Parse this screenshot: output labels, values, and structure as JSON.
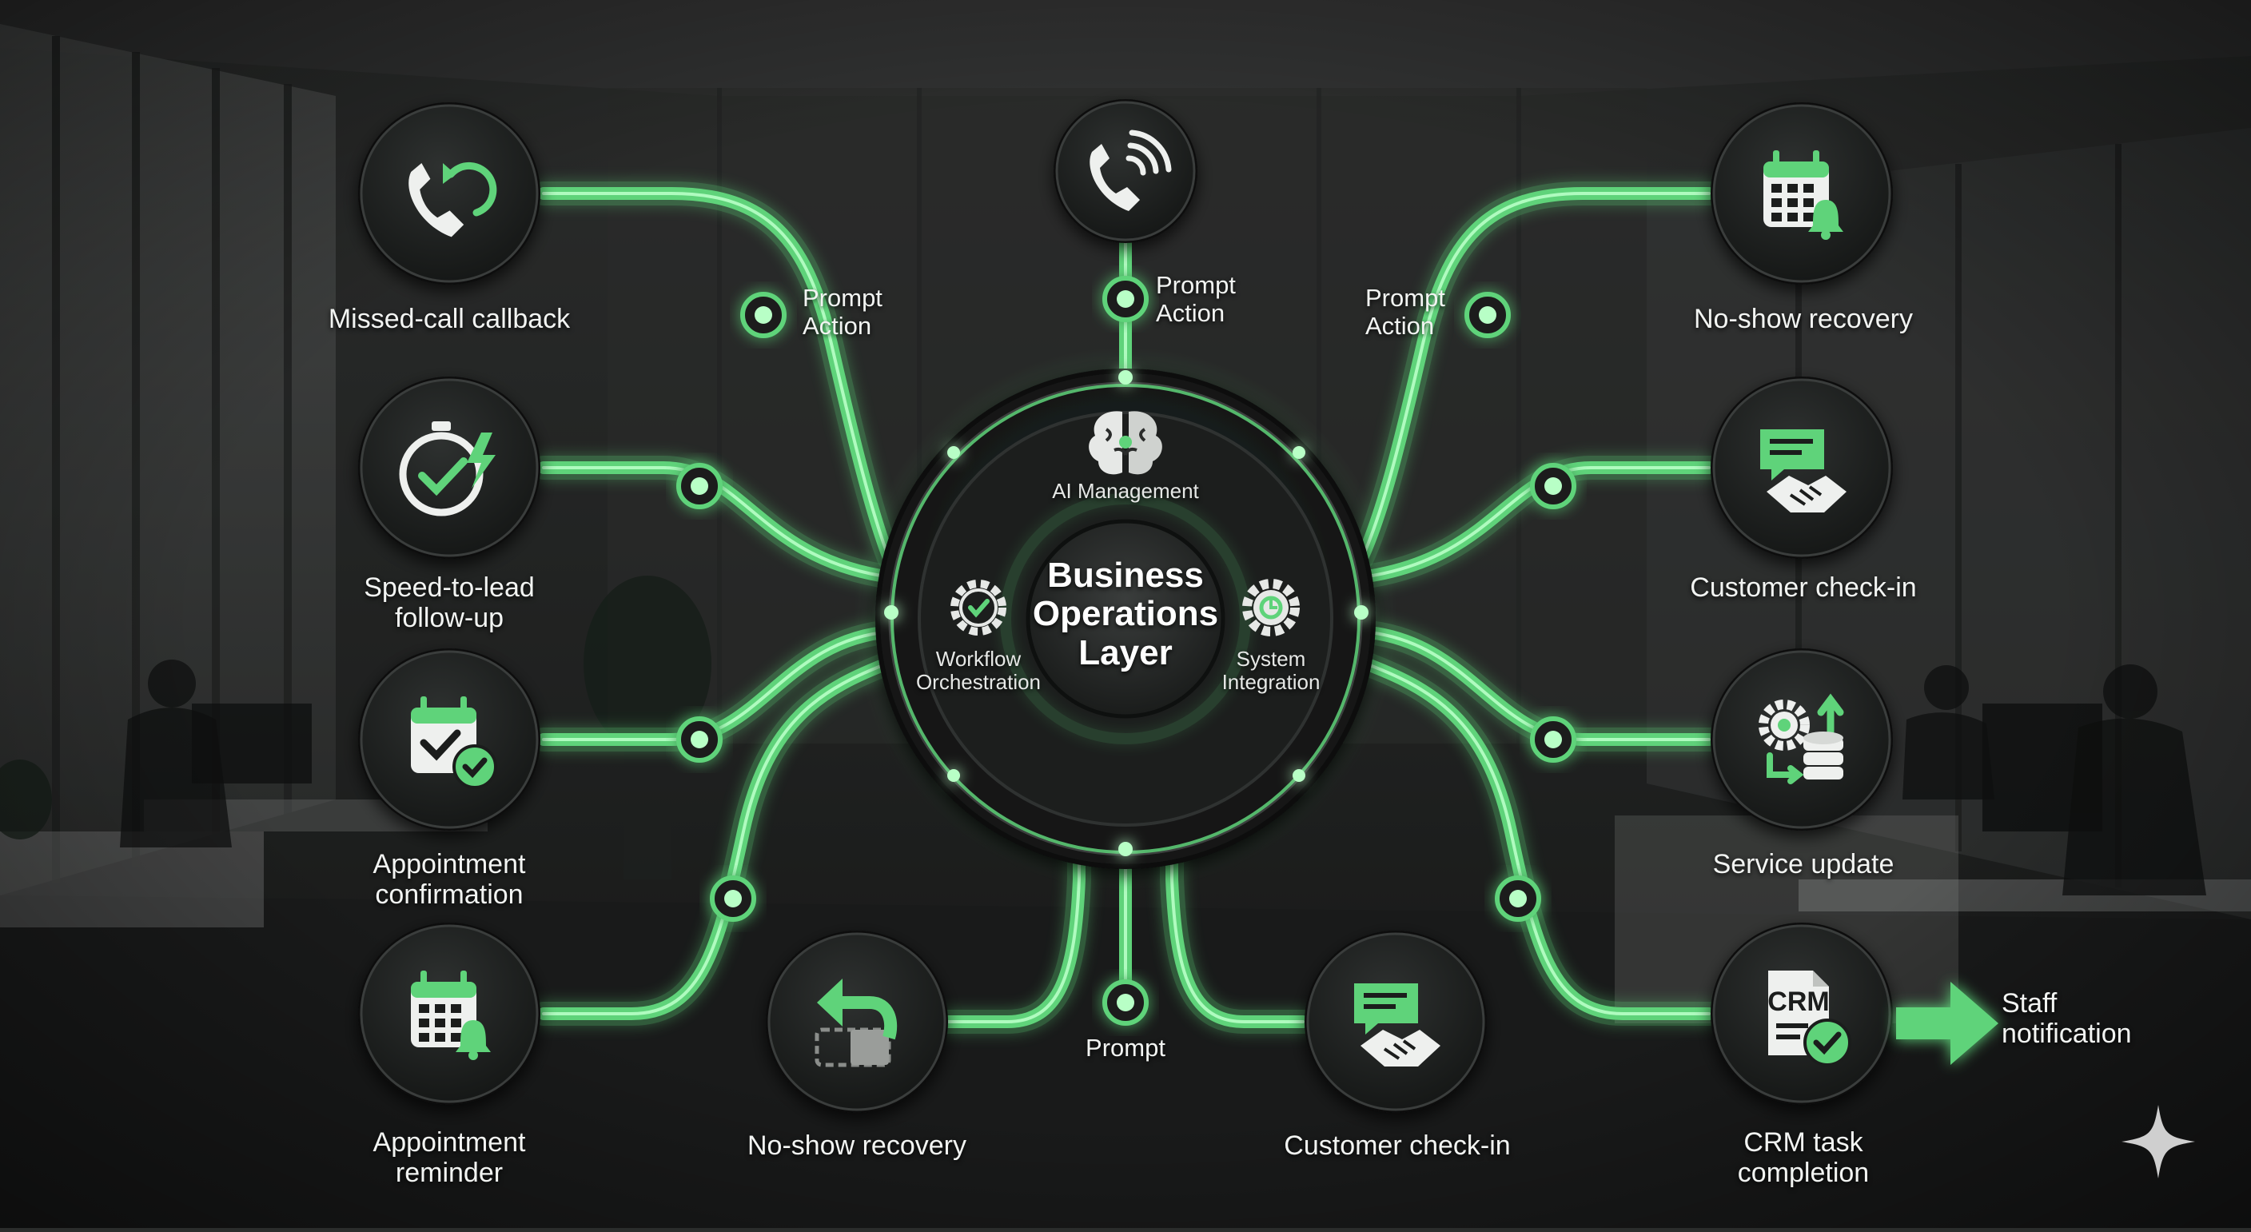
{
  "hub": {
    "title_lines": [
      "Business",
      "Operations",
      "Layer"
    ],
    "top_module": "AI Management",
    "left_module": [
      "Workflow",
      "Orchestration"
    ],
    "right_module": [
      "System",
      "Integration"
    ]
  },
  "connector_labels": {
    "upper_left": [
      "Prompt",
      "Action"
    ],
    "top": [
      "Prompt",
      "Action"
    ],
    "upper_right": [
      "Prompt",
      "Action"
    ],
    "bottom": "Prompt"
  },
  "left_nodes": [
    {
      "label": [
        "Missed-call callback"
      ],
      "icon": "phone-callback-icon"
    },
    {
      "label": [
        "Speed-to-lead",
        "follow-up"
      ],
      "icon": "stopwatch-bolt-icon"
    },
    {
      "label": [
        "Appointment",
        "confirmation"
      ],
      "icon": "calendar-check-icon"
    },
    {
      "label": [
        "Appointment",
        "reminder"
      ],
      "icon": "calendar-bell-icon"
    }
  ],
  "right_nodes": [
    {
      "label": [
        "No-show recovery"
      ],
      "icon": "calendar-bell-icon"
    },
    {
      "label": [
        "Customer check-in"
      ],
      "icon": "chat-handshake-icon"
    },
    {
      "label": [
        "Service update"
      ],
      "icon": "gear-database-icon"
    },
    {
      "label": [
        "CRM task",
        "completion"
      ],
      "icon": "crm-document-check-icon"
    }
  ],
  "top_node": {
    "icon": "phone-signal-icon"
  },
  "bottom_nodes": [
    {
      "label": [
        "No-show recovery"
      ],
      "icon": "undo-arrow-icon"
    },
    {
      "label": [
        "Customer check-in"
      ],
      "icon": "chat-handshake-icon"
    }
  ],
  "crm_badge": "CRM",
  "staff_notification": [
    "Staff",
    "notification"
  ],
  "colors": {
    "accent": "#5fd37a",
    "accent_bright": "#b8ffc6",
    "node_fill": "#1b1d1c",
    "hub_fill": "#161817",
    "background": "#2b2d2c"
  }
}
